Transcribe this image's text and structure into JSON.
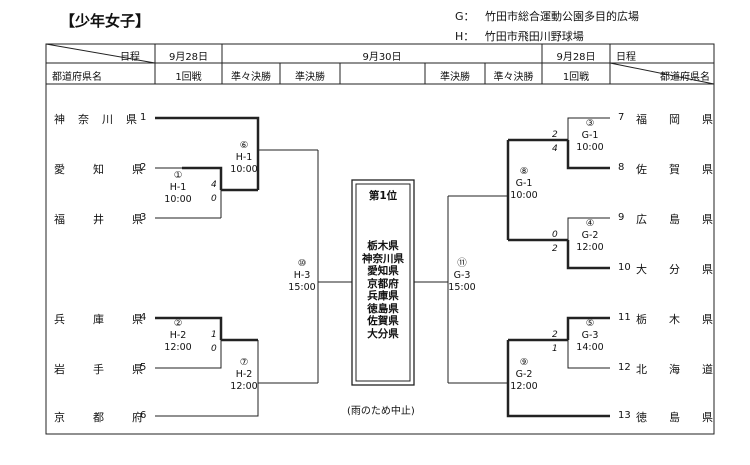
{
  "title": "【少年女子】",
  "venues": [
    {
      "code": "G：",
      "name": "竹田市総合運動公園多目的広場"
    },
    {
      "code": "H：",
      "name": "竹田市飛田川野球場"
    }
  ],
  "header": {
    "schedule_label": "日程",
    "pref_label": "都道府県名",
    "date_left": "9月28日",
    "date_mid": "9月30日",
    "date_right": "9月28日",
    "round1_left": "1回戦",
    "qf_left": "準々決勝",
    "sf_left": "準決勝",
    "sf_right": "準決勝",
    "qf_right": "準々決勝",
    "round1_right": "1回戦"
  },
  "left_teams": [
    {
      "name": "神奈川県",
      "no": "1"
    },
    {
      "name": "愛知県",
      "no": "2"
    },
    {
      "name": "福井県",
      "no": "3"
    },
    {
      "name": "兵庫県",
      "no": "4"
    },
    {
      "name": "岩手県",
      "no": "5"
    },
    {
      "name": "京都府",
      "no": "6"
    }
  ],
  "right_teams": [
    {
      "no": "7",
      "name": "福岡県"
    },
    {
      "no": "8",
      "name": "佐賀県"
    },
    {
      "no": "9",
      "name": "広島県"
    },
    {
      "no": "10",
      "name": "大分県"
    },
    {
      "no": "11",
      "name": "栃木県"
    },
    {
      "no": "12",
      "name": "北海道"
    },
    {
      "no": "13",
      "name": "徳島県"
    }
  ],
  "matches": {
    "m1": {
      "id": "①",
      "code": "H-1",
      "time": "10:00"
    },
    "m2": {
      "id": "②",
      "code": "H-2",
      "time": "12:00"
    },
    "m3": {
      "id": "③",
      "code": "G-1",
      "time": "10:00"
    },
    "m4": {
      "id": "④",
      "code": "G-2",
      "time": "12:00"
    },
    "m5": {
      "id": "⑤",
      "code": "G-3",
      "time": "14:00"
    },
    "m6": {
      "id": "⑥",
      "code": "H-1",
      "time": "10:00"
    },
    "m7": {
      "id": "⑦",
      "code": "H-2",
      "time": "12:00"
    },
    "m8": {
      "id": "⑧",
      "code": "G-1",
      "time": "10:00"
    },
    "m9": {
      "id": "⑨",
      "code": "G-2",
      "time": "12:00"
    },
    "m10": {
      "id": "⑩",
      "code": "H-3",
      "time": "15:00"
    },
    "m11": {
      "id": "⑪",
      "code": "G-3",
      "time": "15:00"
    }
  },
  "scores": {
    "m1_top": "4",
    "m1_bot": "0",
    "m2_top": "1",
    "m2_bot": "0",
    "m3_top": "2",
    "m3_bot": "4",
    "m4_top": "0",
    "m4_bot": "2",
    "m5_top": "2",
    "m5_bot": "1"
  },
  "champion": {
    "label": "第1位",
    "teams": [
      "栃木県",
      "神奈川県",
      "愛知県",
      "京都府",
      "兵庫県",
      "徳島県",
      "佐賀県",
      "大分県"
    ]
  },
  "note": "(雨のため中止)"
}
